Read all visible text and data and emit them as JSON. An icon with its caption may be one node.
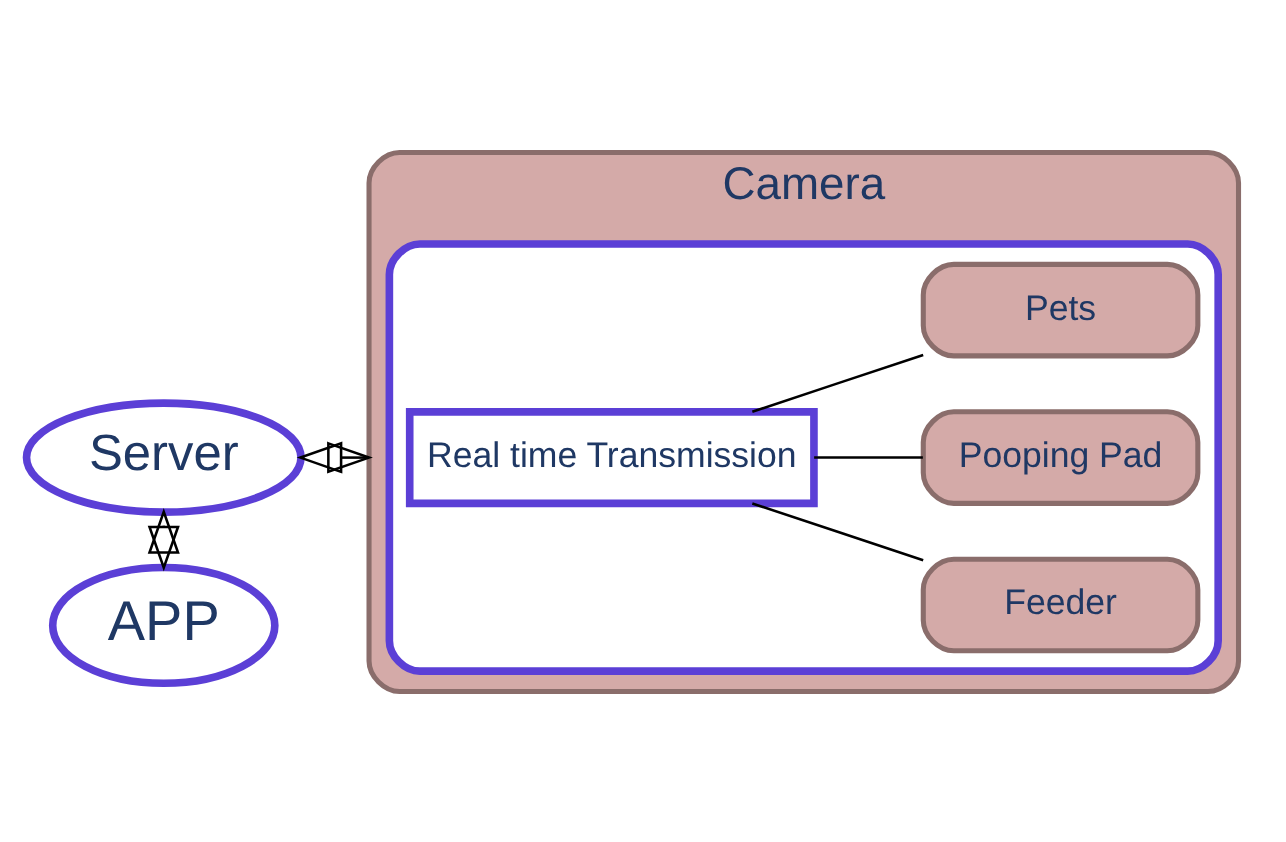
{
  "diagram": {
    "nodes": [
      {
        "text": [
          "Server"
        ]
      },
      {
        "text": [
          "APP"
        ]
      },
      {
        "text": [
          "Camera"
        ]
      },
      {
        "text": [],
        "shape": "box",
        "in": 2
      },
      {
        "text": [
          "Real time Transmission"
        ],
        "in": 3
      },
      {
        "text": [
          "Pets"
        ],
        "in": 3
      },
      {
        "text": [
          "Pooping Pad"
        ],
        "in": 3
      },
      {
        "text": [
          "Feeder"
        ],
        "in": 3
      }
    ],
    "edges": [
      {
        "from": 0,
        "to": 2,
        "arrow": "both"
      },
      {
        "from": 0,
        "to": 1,
        "arrow": "both"
      },
      {
        "from": 4,
        "to": 5,
        "arrow": "none"
      },
      {
        "from": 4,
        "to": 6,
        "arrow": "none"
      },
      {
        "from": 4,
        "to": 7,
        "arrow": "none"
      }
    ]
  }
}
